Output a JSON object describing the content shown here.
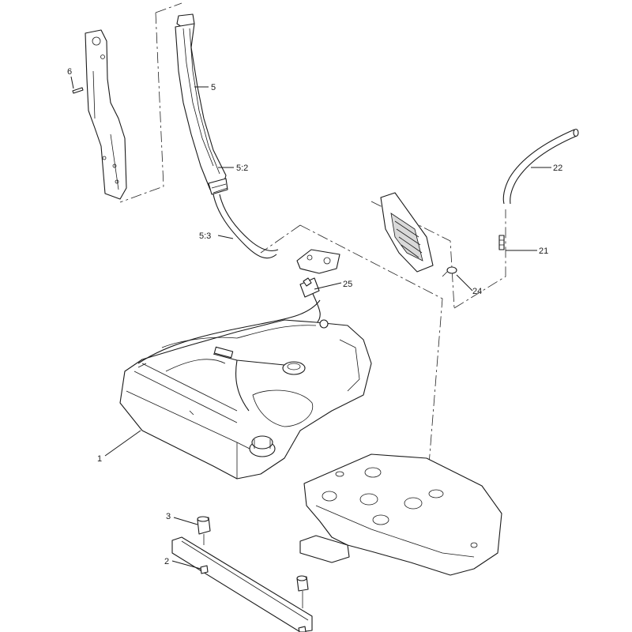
{
  "callouts": {
    "c1": "1",
    "c2": "2",
    "c3": "3",
    "c5": "5",
    "c5_2": "5:2",
    "c5_3": "5:3",
    "c6": "6",
    "c21": "21",
    "c22": "22",
    "c24": "24",
    "c25": "25"
  }
}
